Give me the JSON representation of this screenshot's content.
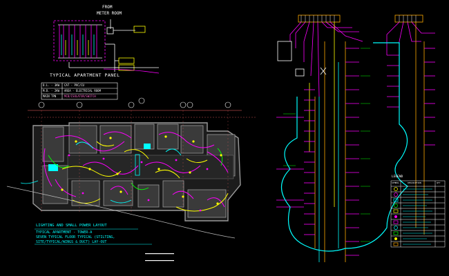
{
  "riser": {
    "from_label": "FROM",
    "source_label": "METER ROOM",
    "panel_title": "TYPICAL APARTMENT PANEL"
  },
  "info_table": {
    "rows": [
      [
        "D.L. - 3KW",
        "CAT - PVC/CU"
      ],
      [
        "M.D. - 2KW",
        "AREA - ELECTRICAL ROOM"
      ],
      [
        "MAIN TPN",
        "MCB/ISOLATOR/SWITCH"
      ]
    ]
  },
  "layout_title": {
    "line1": "LIGHTING AND SMALL POWER LAYOUT",
    "line2": "TYPICAL APARTMENT - TOWER-A",
    "line3": "SEVEN TYPICAL FLOOR TYPICAL (STILTING,",
    "line4": "SITE/TYPICAL/WINGS & DUCT) LAY-OUT"
  },
  "legend": {
    "title": "LEGEND",
    "headers": [
      "SYMBOL",
      "DESCRIPTION",
      "QTY"
    ]
  },
  "colors": {
    "background": "#000000",
    "wall": "#9a9a9a",
    "room_fill": "#3a3a3a",
    "circuit_magenta": "#ff00ff",
    "circuit_yellow": "#ffff00",
    "circuit_cyan": "#00ffff",
    "circuit_green": "#00ff00",
    "panel_orange": "#ffaa00",
    "text_white": "#ffffff"
  }
}
